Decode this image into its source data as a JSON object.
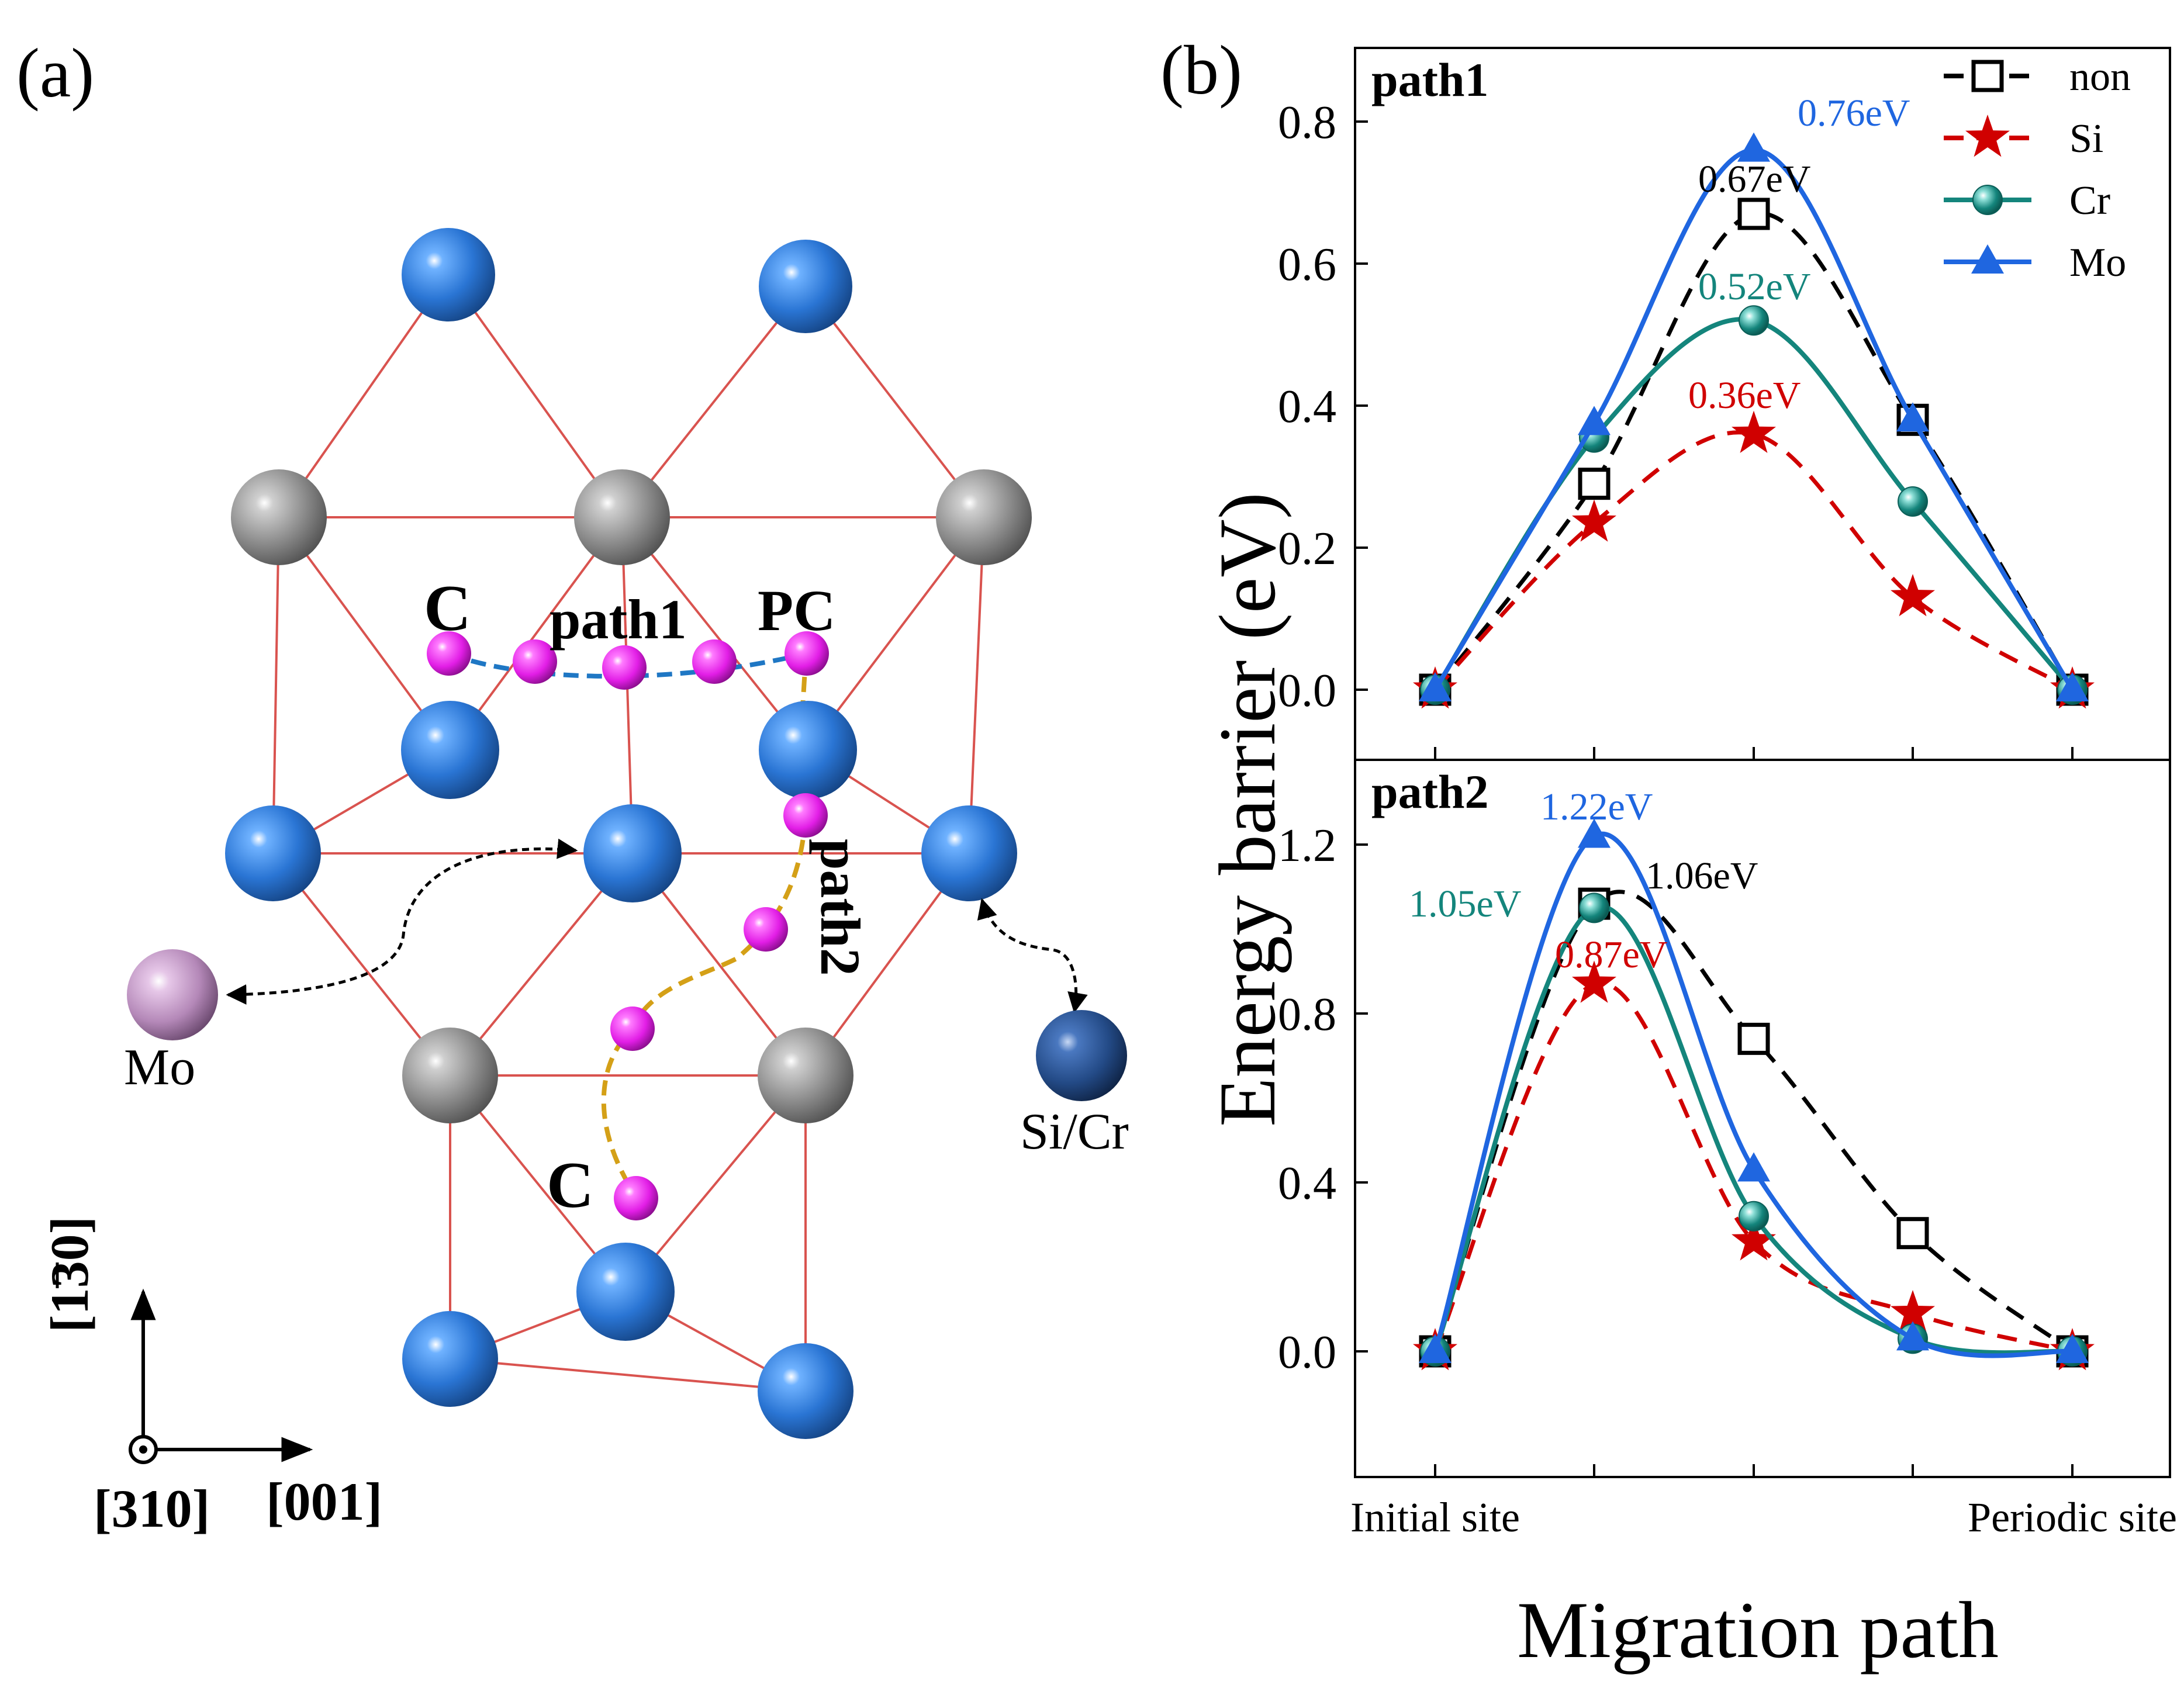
{
  "panel_a": {
    "label": "(a)",
    "path1_label": "path1",
    "path2_label": "path2",
    "c_label_top": "C",
    "pc_label": "PC",
    "c_label_bottom": "C",
    "mo_label": "Mo",
    "sicr_label": "Si/Cr",
    "axis_up": "[130]",
    "axis_up_overbar": "1",
    "axis_out": "[310]",
    "axis_right": "[001]",
    "colors": {
      "blue_atom": "#2f78d6",
      "gray_atom": "#8f8f8f",
      "carbon": "#e21ee6",
      "mo": "#c79bc8",
      "sicr": "#234a86",
      "bond": "#d9534f",
      "path1_line": "#1f77c4",
      "path2_line": "#d4a017"
    }
  },
  "panel_b": {
    "label": "(b)",
    "ylabel": "Energy barrier (eV)",
    "xlabel": "Migration path",
    "xtick_labels": [
      "Initial site",
      "",
      "",
      "",
      "Periodic site"
    ]
  },
  "chart_data": [
    {
      "type": "line",
      "panel_title": "path1",
      "x": [
        0,
        1,
        2,
        3,
        4
      ],
      "ylim": [
        -0.09,
        0.91
      ],
      "yticks": [
        "0.0",
        "0.2",
        "0.4",
        "0.6",
        "0.8"
      ],
      "legend": {
        "placement": "top-right"
      },
      "series": [
        {
          "name": "non",
          "color": "#000000",
          "marker": "open-square",
          "line": "dashed",
          "values": [
            0.0,
            0.29,
            0.67,
            0.38,
            0.0
          ]
        },
        {
          "name": "Si",
          "color": "#d00000",
          "marker": "star",
          "line": "dashed",
          "values": [
            0.0,
            0.235,
            0.36,
            0.13,
            0.0
          ]
        },
        {
          "name": "Cr",
          "color": "#14857c",
          "marker": "sphere",
          "line": "solid",
          "values": [
            0.0,
            0.355,
            0.52,
            0.265,
            0.0
          ]
        },
        {
          "name": "Mo",
          "color": "#1f66e0",
          "marker": "triangle",
          "line": "solid",
          "values": [
            0.0,
            0.375,
            0.76,
            0.38,
            0.0
          ]
        }
      ],
      "annotations": [
        {
          "text": "0.76eV",
          "color": "#1f66e0"
        },
        {
          "text": "0.67eV",
          "color": "#000000"
        },
        {
          "text": "0.52eV",
          "color": "#14857c"
        },
        {
          "text": "0.36eV",
          "color": "#d00000"
        }
      ]
    },
    {
      "type": "line",
      "panel_title": "path2",
      "x": [
        0,
        1,
        2,
        3,
        4
      ],
      "ylim": [
        -0.3,
        1.42
      ],
      "yticks": [
        "0.0",
        "0.4",
        "0.8",
        "1.2"
      ],
      "series": [
        {
          "name": "non",
          "color": "#000000",
          "marker": "open-square",
          "line": "dashed",
          "values": [
            0.0,
            1.06,
            0.74,
            0.28,
            0.0
          ]
        },
        {
          "name": "Si",
          "color": "#d00000",
          "marker": "star",
          "line": "dashed",
          "values": [
            0.0,
            0.87,
            0.26,
            0.09,
            0.0
          ]
        },
        {
          "name": "Cr",
          "color": "#14857c",
          "marker": "sphere",
          "line": "solid",
          "values": [
            0.0,
            1.05,
            0.32,
            0.03,
            0.0
          ]
        },
        {
          "name": "Mo",
          "color": "#1f66e0",
          "marker": "triangle",
          "line": "solid",
          "values": [
            0.0,
            1.22,
            0.43,
            0.03,
            0.0
          ]
        }
      ],
      "annotations": [
        {
          "text": "1.22eV",
          "color": "#1f66e0"
        },
        {
          "text": "1.06eV",
          "color": "#000000"
        },
        {
          "text": "1.05eV",
          "color": "#14857c"
        },
        {
          "text": "0.87eV",
          "color": "#d00000"
        }
      ]
    }
  ]
}
